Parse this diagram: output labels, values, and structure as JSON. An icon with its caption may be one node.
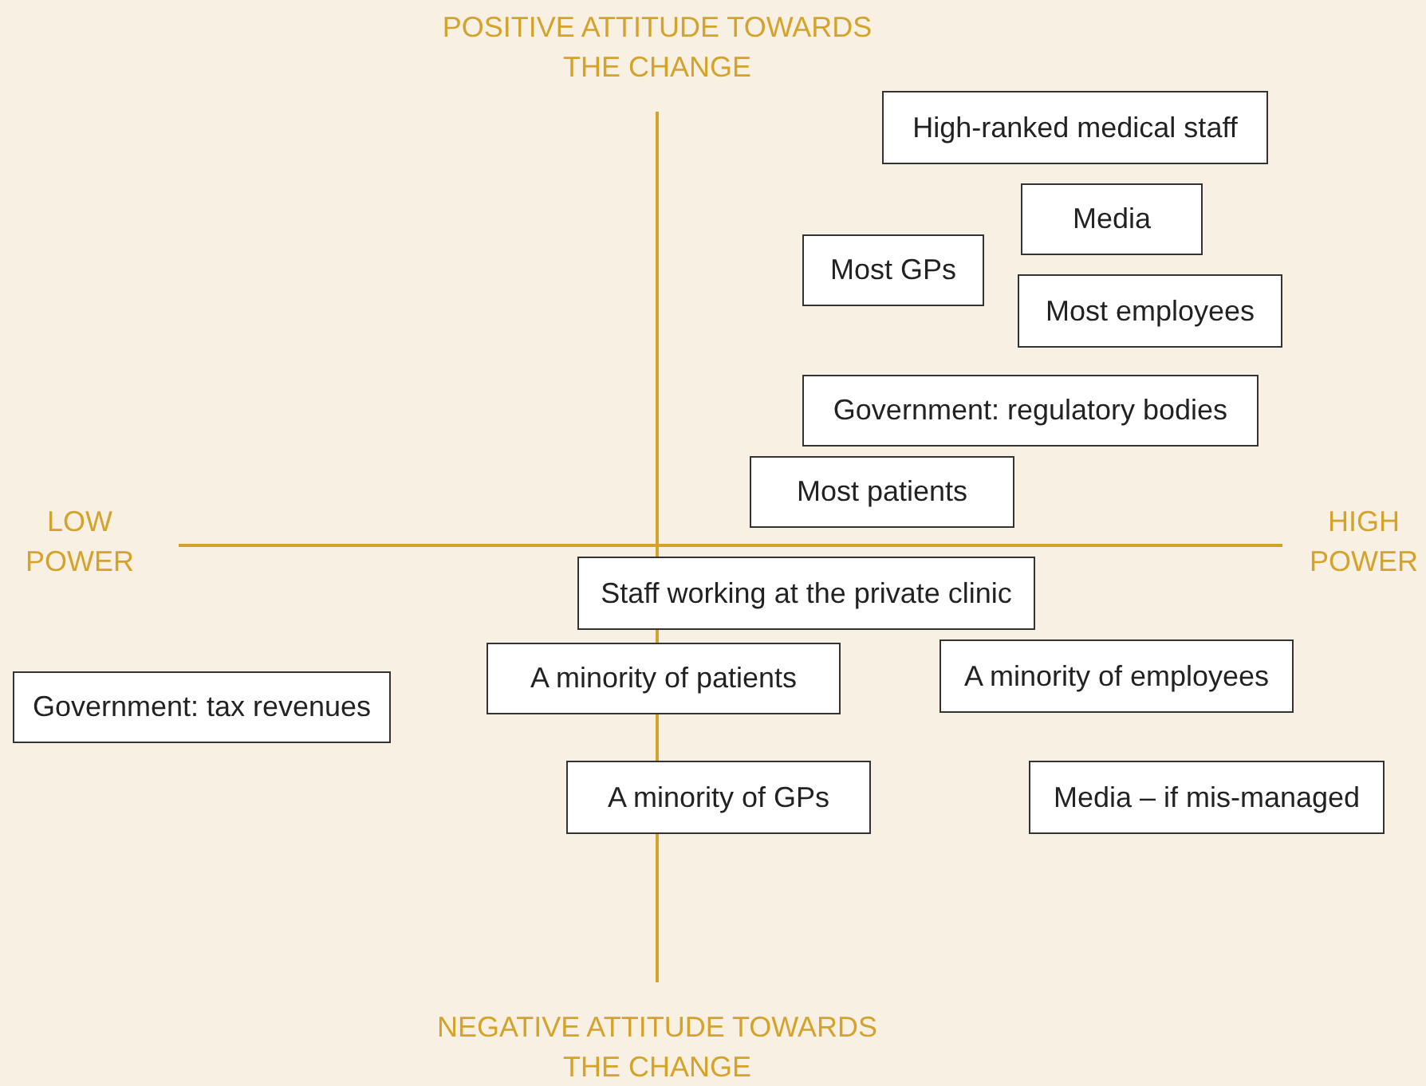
{
  "diagram": {
    "nodes": [
      {
        "text": [
          "High-ranked medical staff"
        ]
      },
      {
        "text": [
          "Media"
        ]
      },
      {
        "text": [
          "Most GPs"
        ]
      },
      {
        "text": [
          "Most employees"
        ]
      },
      {
        "text": [
          "Government: regulatory bodies"
        ]
      },
      {
        "text": [
          "Most patients"
        ]
      },
      {
        "text": [
          "Staff working at the private clinic"
        ]
      },
      {
        "text": [
          "A minority of patients"
        ]
      },
      {
        "text": [
          "A minority of employees"
        ]
      },
      {
        "text": [
          "Government: tax revenues"
        ]
      },
      {
        "text": [
          "A minority of GPs"
        ]
      },
      {
        "text": [
          "Media – if mis-managed"
        ]
      }
    ],
    "edges": [],
    "labels": [
      "POSITIVE ATTITUDE TOWARDS THE CHANGE",
      "LOW POWER",
      "HIGH POWER",
      "NEGATIVE ATTITUDE TOWARDS THE CHANGE"
    ]
  }
}
